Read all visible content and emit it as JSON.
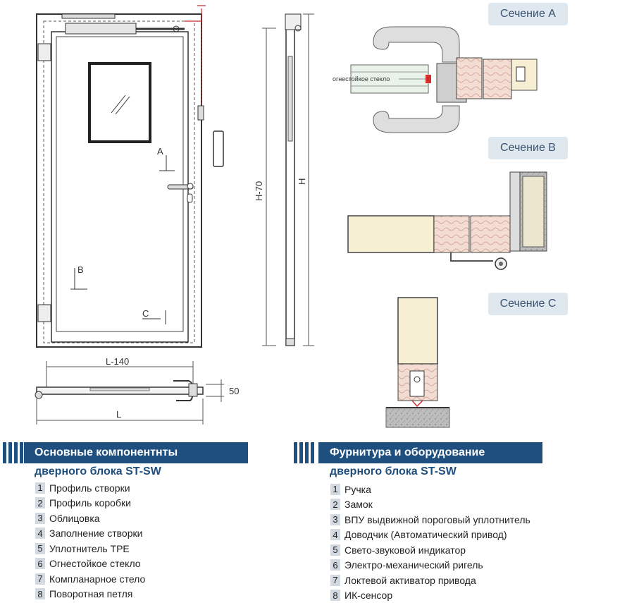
{
  "drawing": {
    "dim_l140": "L-140",
    "dim_l": "L",
    "dim_50": "50",
    "dim_h70": "H-70",
    "dim_h": "H",
    "marker_a": "A",
    "marker_b": "B",
    "marker_c": "C",
    "glass_label": "огнестойкое стекло"
  },
  "sections": {
    "a": "Сечение A",
    "b": "Сечение B",
    "c": "Сечение C"
  },
  "left_panel": {
    "title": "Основные  компонентнты",
    "subtitle": "дверного блока ST-SW",
    "items": [
      {
        "num": "1",
        "label": "Профиль створки"
      },
      {
        "num": "2",
        "label": "Профиль коробки"
      },
      {
        "num": "3",
        "label": "Облицовка"
      },
      {
        "num": "4",
        "label": "Заполнение створки"
      },
      {
        "num": "5",
        "label": "Уплотнитель TPE"
      },
      {
        "num": "6",
        "label": "Огнестойкое стекло"
      },
      {
        "num": "7",
        "label": "Компланарное стело"
      },
      {
        "num": "8",
        "label": "Поворотная петля"
      }
    ]
  },
  "right_panel": {
    "title": "Фурнитура и оборудование",
    "subtitle": "дверного блока ST-SW",
    "items": [
      {
        "num": "1",
        "label": "Ручка"
      },
      {
        "num": "2",
        "label": "Замок"
      },
      {
        "num": "3",
        "label": "ВПУ выдвижной пороговый уплотнитель"
      },
      {
        "num": "4",
        "label": "Доводчик (Автоматический привод)"
      },
      {
        "num": "5",
        "label": "Свето-звуковой индикатор"
      },
      {
        "num": "6",
        "label": "Электро-механический ригель"
      },
      {
        "num": "7",
        "label": "Локтевой активатор привода"
      },
      {
        "num": "8",
        "label": "ИК-сенсор"
      }
    ]
  },
  "colors": {
    "brand": "#1f4f7f",
    "badge_bg": "#dfe7ef",
    "wood": "#f3dcd2",
    "filling": "#f6efd3"
  }
}
